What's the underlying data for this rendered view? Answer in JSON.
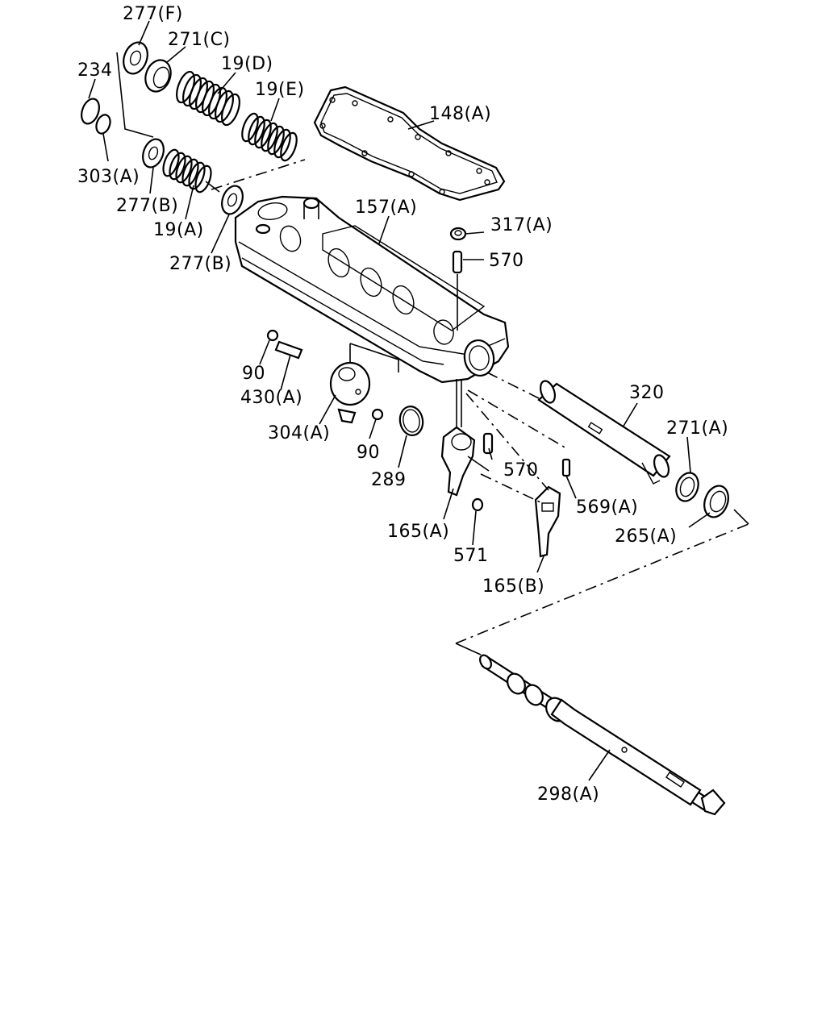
{
  "labels": {
    "l277F": "277(F)",
    "l271C": "271(C)",
    "l234": "234",
    "l19D": "19(D)",
    "l19E": "19(E)",
    "l148A": "148(A)",
    "l303A": "303(A)",
    "l277B1": "277(B)",
    "l19A": "19(A)",
    "l277B2": "277(B)",
    "l157A": "157(A)",
    "l317A": "317(A)",
    "l570a": "570",
    "l90a": "90",
    "l430A": "430(A)",
    "l304A": "304(A)",
    "l90b": "90",
    "l289": "289",
    "l320": "320",
    "l271A": "271(A)",
    "l570b": "570",
    "l569A": "569(A)",
    "l265A": "265(A)",
    "l165A": "165(A)",
    "l571": "571",
    "l165B": "165(B)",
    "l298A": "298(A)"
  }
}
